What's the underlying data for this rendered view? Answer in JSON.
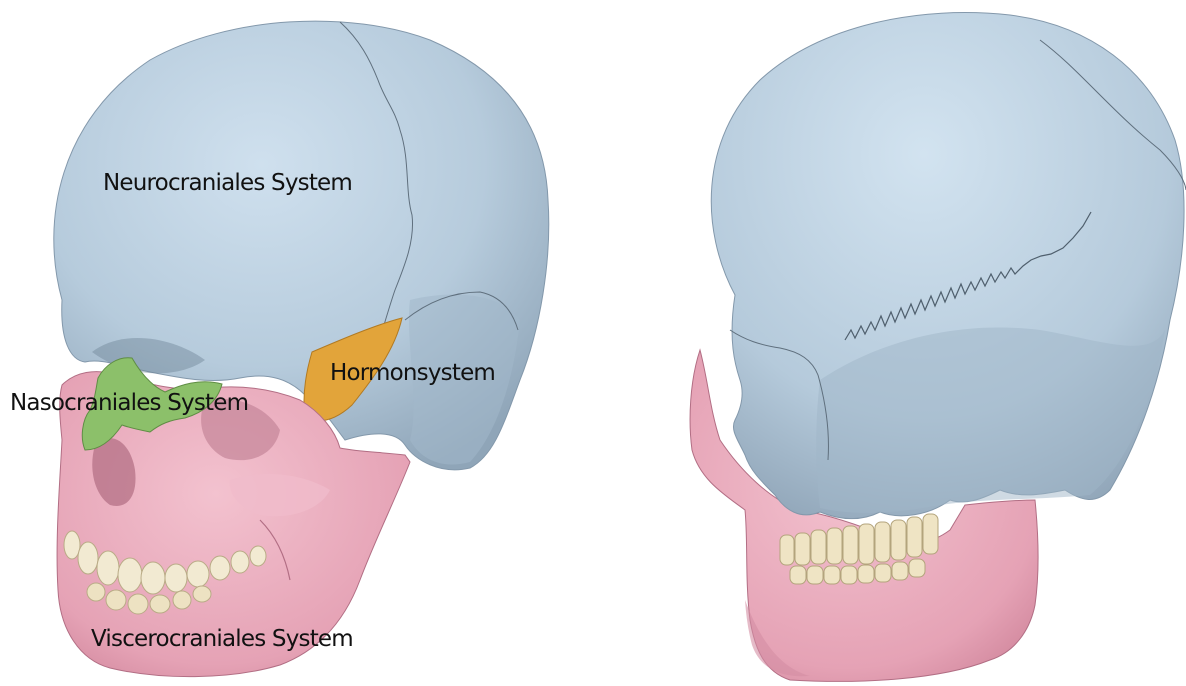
{
  "labels": {
    "neurocranial": "Neurocraniales System",
    "hormone": "Hormonsystem",
    "nasocranial": "Nasocraniales System",
    "viscerocranial": "Viscerocraniales System"
  },
  "colors": {
    "neurocranial": "#b9cfe0",
    "neurocranial_shade": "#8fa6ba",
    "viscerocranial": "#e9a9bb",
    "viscerocranial_shade": "#c77a90",
    "nasocranial": "#8cc06a",
    "hormone": "#e2a43a",
    "teeth": "#f2ead2",
    "suture": "#5f6f7d",
    "background": "#ffffff"
  }
}
